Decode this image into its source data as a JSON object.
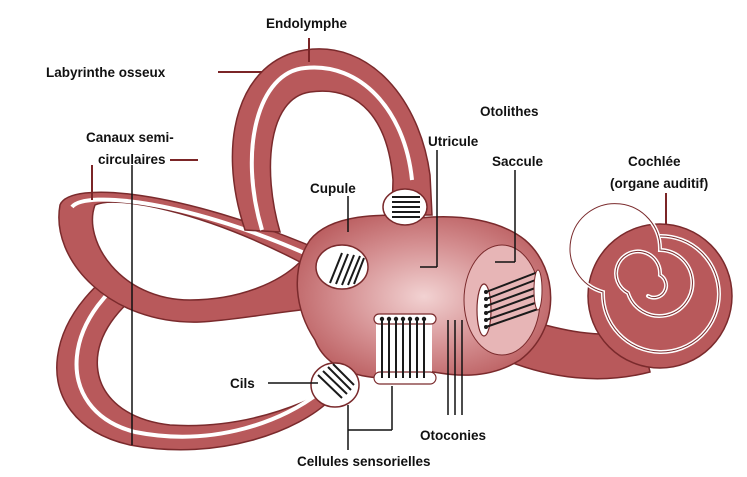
{
  "diagram": {
    "labels": {
      "endolymphe": "Endolymphe",
      "labyrinthe_osseux": "Labyrinthe osseux",
      "otolithes": "Otolithes",
      "canaux_line1": "Canaux semi-",
      "canaux_line2": "circulaires",
      "utricule": "Utricule",
      "saccule": "Saccule",
      "cochlee_line1": "Cochlée",
      "cochlee_line2": "(organe auditif)",
      "cupule": "Cupule",
      "cils": "Cils",
      "otoconies": "Otoconies",
      "cellules_sensorielles": "Cellules sensorielles"
    }
  },
  "colors": {
    "tissue": "#b8595b",
    "tissue_light": "#d99a9b",
    "canal_inner": "#ffffff",
    "outline": "#7a2a2c",
    "leader": "#7b2527",
    "text": "#111111"
  }
}
